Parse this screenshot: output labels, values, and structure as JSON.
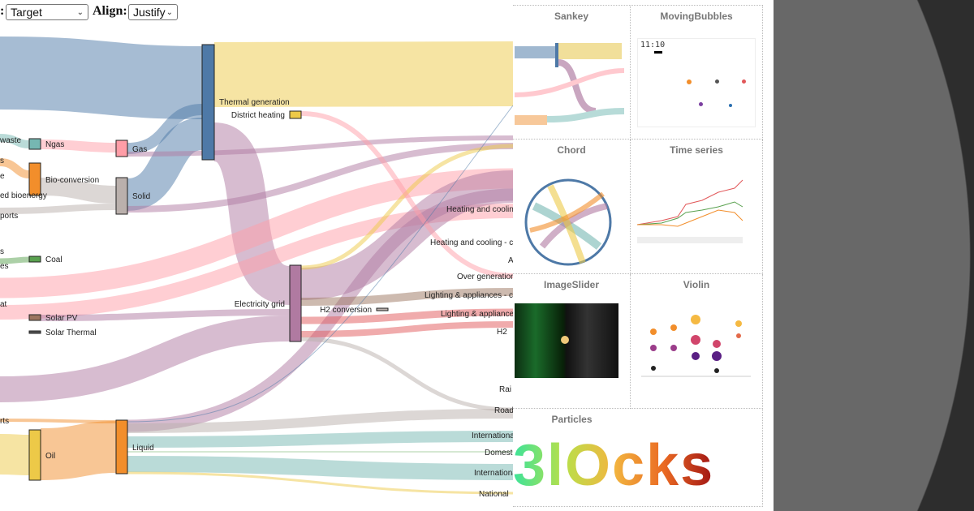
{
  "controls": {
    "first_label": ":",
    "first_value": "Target",
    "align_label": "Align:",
    "align_value": "Justify"
  },
  "sankey": {
    "left_labels": [
      "waste",
      "s",
      "e",
      "ed bioenergy",
      "ports",
      "s",
      "es",
      "at",
      "rts"
    ],
    "nodes": {
      "ngas": "Ngas",
      "bio": "Bio-conversion",
      "coal": "Coal",
      "solar_pv": "Solar PV",
      "solar_thermal": "Solar Thermal",
      "oil": "Oil",
      "gas": "Gas",
      "solid": "Solid",
      "liquid": "Liquid",
      "thermal": "Thermal generation",
      "district": "District heating",
      "grid": "Electricity grid",
      "h2": "H2 conversion"
    },
    "right_labels": [
      "Heating and cooling",
      "Heating and cooling - c",
      "A",
      "Over generation",
      "Lighting & appliances - c",
      "Lighting & appliance",
      "H2",
      "Rai",
      "Road",
      "International",
      "Domest",
      "International",
      "National"
    ],
    "colors": {
      "blue": "#4e79a7",
      "yellow": "#edc948",
      "purple": "#b07aa1",
      "pink": "#ff9da7",
      "grey": "#bab0ac",
      "orange": "#f28e2b",
      "teal": "#76b7b2",
      "green": "#59a14f",
      "brown": "#9c755f"
    }
  },
  "gallery": {
    "cells": [
      {
        "title": "Sankey"
      },
      {
        "title": "MovingBubbles",
        "clock": "11:10"
      },
      {
        "title": "Chord"
      },
      {
        "title": "Time series"
      },
      {
        "title": "ImageSlider"
      },
      {
        "title": "Violin"
      },
      {
        "title": "Particles",
        "word": "3lOcks"
      }
    ]
  }
}
